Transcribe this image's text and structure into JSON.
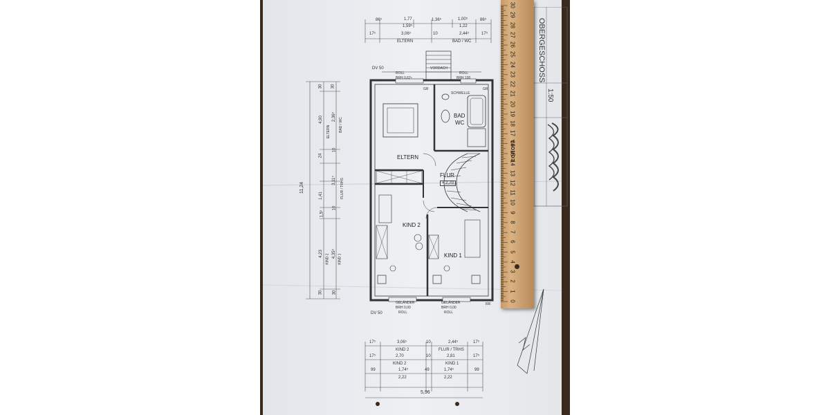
{
  "plan": {
    "title": "OBERGESCHOSS",
    "scale": "1:50",
    "rooms": {
      "eltern": "ELTERN",
      "bad": "BAD",
      "wc": "WC",
      "flur": "FLUR",
      "flur_level": "+ 2,70",
      "kind1": "KIND 1",
      "kind2": "KIND 2"
    },
    "notes": {
      "dv50_top": "DV 50",
      "dv50_bottom": "DV 50",
      "roll_top": "ROLL",
      "brh_top_left": "BRH 0,62⁵",
      "roll_top_right": "ROLL",
      "brh_top_right": "BRH 100",
      "vordach": "VORDACH",
      "schwelle": "SCHWELLE",
      "gelander_left": "GELÄNDER",
      "brh_bottom_left": "BRH 0,00",
      "roll_bottom_left": "ROLL",
      "gelander_right": "GELÄNDER",
      "brh_bottom_right": "BRH 0,00",
      "roll_bottom_right": "ROLL",
      "gr1": "GR",
      "gr2": "GR",
      "rr": "RR"
    },
    "dims_top": {
      "row1": [
        "86⁵",
        "1,77",
        "1,59⁵",
        "1,36⁵",
        "1,00⁵",
        "1,22",
        "86⁵"
      ],
      "row2": [
        "17⁵",
        "3,06⁵",
        "10",
        "2,44⁵",
        "17⁵"
      ],
      "row2_labels": [
        "ELTERN",
        "BAD / WC"
      ]
    },
    "dims_left": {
      "outer": "11,24",
      "inner": [
        "30",
        "4,90",
        "24",
        "1,41",
        "1,5⁵",
        "4,23",
        "30"
      ],
      "inner2": [
        "30",
        "2,36⁵",
        "10",
        "3,11⁵",
        "10",
        "4,35⁵",
        "30"
      ],
      "labels": [
        "ELTERN",
        "BAD / WC",
        "FLUR / TRHS",
        "KIND 2",
        "KIND 1"
      ]
    },
    "dims_bottom": {
      "row1": [
        "17⁵",
        "3,06⁵",
        "10",
        "2,44⁵",
        "17⁵"
      ],
      "row1_labels": [
        "KIND 2",
        "FLUR / TRHS"
      ],
      "row2": [
        "17⁵",
        "2,70",
        "10",
        "2,81",
        "17⁵"
      ],
      "row2_labels": [
        "KIND 2",
        "KIND 1"
      ],
      "row3": [
        "99",
        "1,74⁵",
        "49",
        "1,74⁵",
        "99"
      ],
      "row3_sub": [
        "2,22",
        "2,22"
      ],
      "total": "5,96"
    }
  },
  "ruler": {
    "brand": "EGROFA",
    "numbers": [
      "0",
      "1",
      "2",
      "3",
      "4",
      "5",
      "6",
      "7",
      "8",
      "9",
      "10",
      "11",
      "12",
      "13",
      "14",
      "15",
      "16",
      "17",
      "18",
      "19",
      "20",
      "21",
      "22",
      "23",
      "24",
      "25",
      "26",
      "27",
      "28",
      "29",
      "30"
    ]
  },
  "colors": {
    "table": "#3a2a1e",
    "paper": "#eceef2",
    "ink": "#444444",
    "ruler": "#d2a674"
  }
}
